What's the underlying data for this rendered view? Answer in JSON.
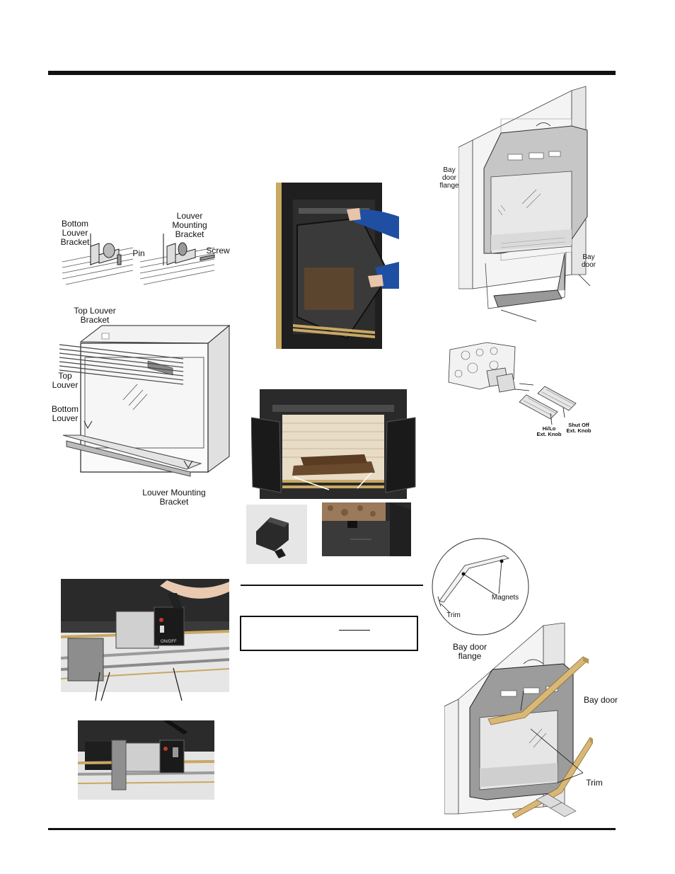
{
  "labels": {
    "bottom_louver_bracket": "Bottom\nLouver\nBracket",
    "pin": "Pin",
    "louver_mounting_bracket_top": "Louver\nMounting\nBracket",
    "screw": "Screw",
    "top_louver_bracket": "Top Louver\nBracket",
    "top_louver": "Top\nLouver",
    "bottom_louver": "Bottom\nLouver",
    "louver_mounting_bracket_bottom": "Louver Mounting\nBracket",
    "bay_door_flange_small": "Bay\ndoor\nflange",
    "bay_door_small": "Bay\ndoor",
    "hi_lo_knob": "Hi/Lo\nExt. Knob",
    "shut_off_knob": "Shut Off\nExt. Knob",
    "magnets": "Magnets",
    "trim_inset": "Trim",
    "bay_door_flange_large": "Bay door\nflange",
    "bay_door_large": "Bay door",
    "trim_large": "Trim"
  },
  "remote_switch_text": {
    "on_off": "ON/OFF"
  },
  "colors": {
    "rule": "#111111",
    "brass_trim": "#d9b877",
    "frame_dark": "#1c1c1c",
    "door_gray": "#8a8a8a"
  }
}
